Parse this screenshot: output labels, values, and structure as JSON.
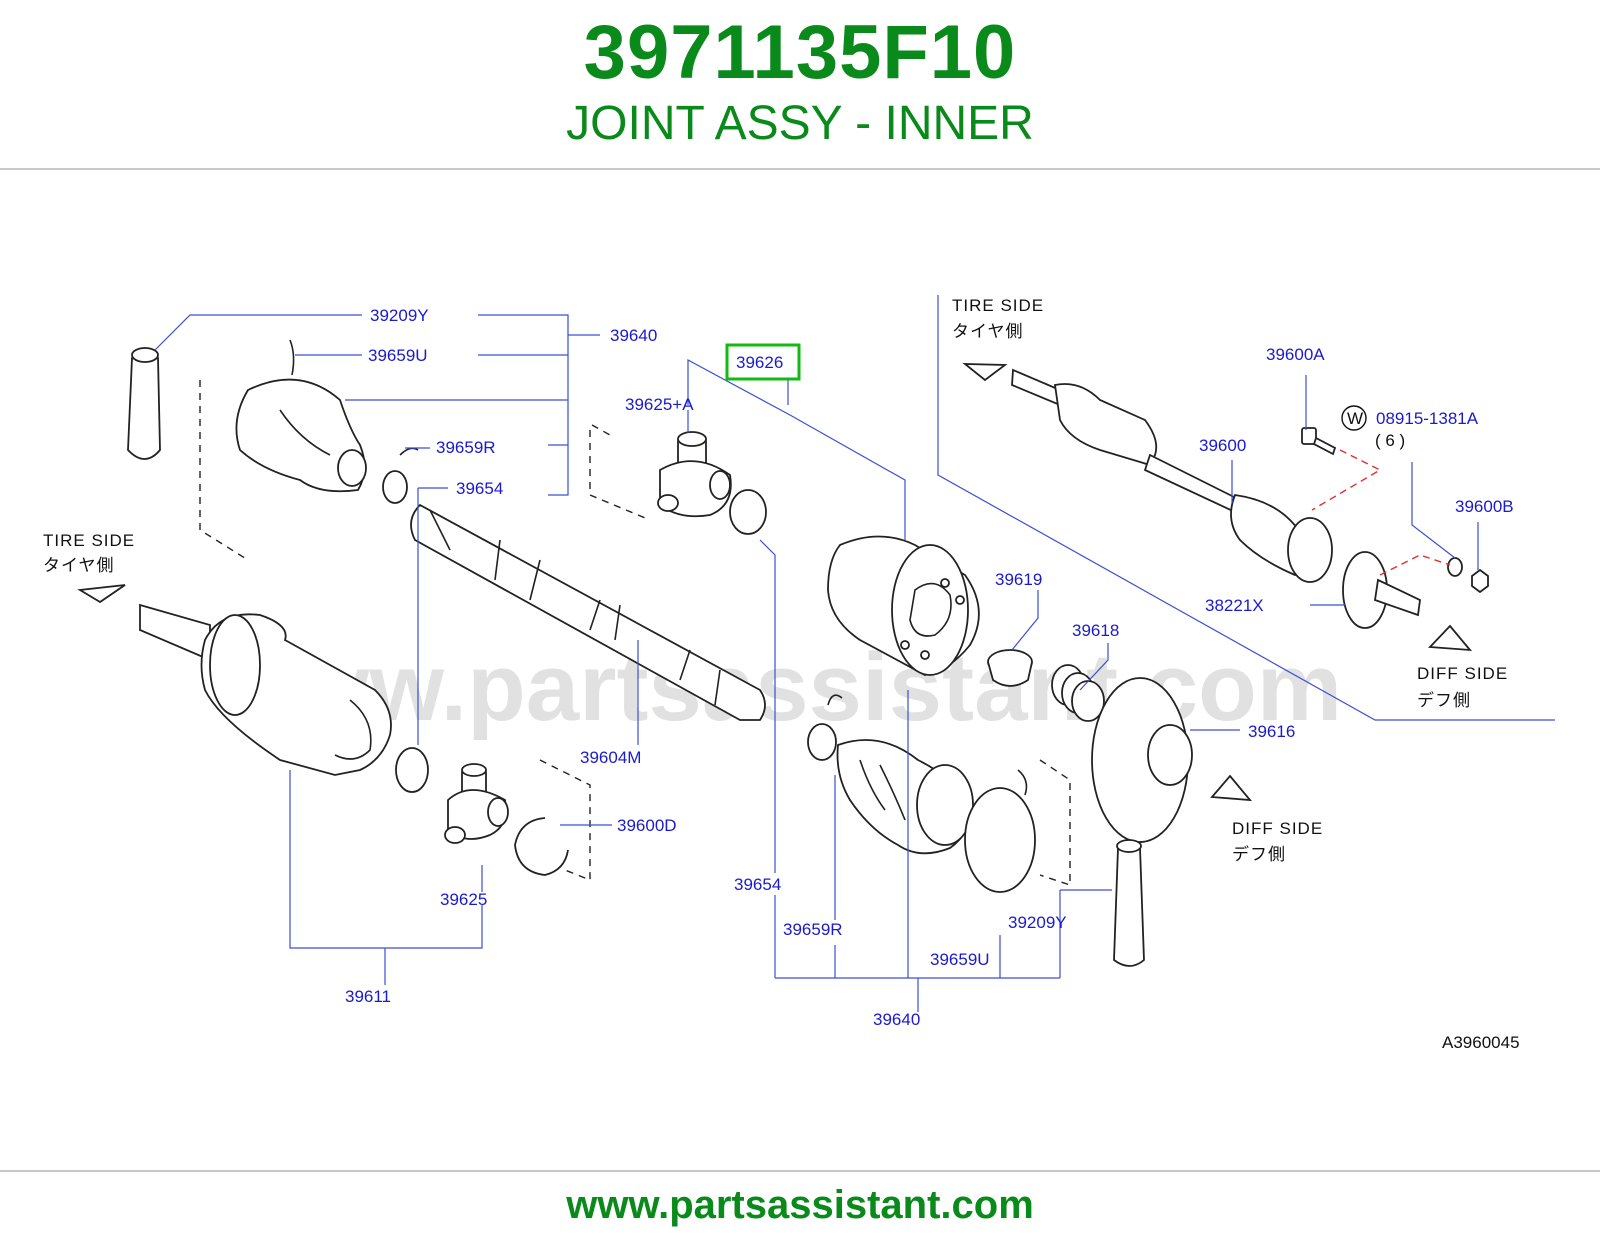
{
  "header": {
    "part_number": "3971135F10",
    "part_name": "JOINT ASSY - INNER"
  },
  "footer": {
    "url": "www.partsassistant.com"
  },
  "diagram": {
    "watermark": "www.partsassistant.com",
    "figure_code": "A3960045",
    "highlighted_callout": "39626",
    "side_labels": {
      "tire_en": "TIRE  SIDE",
      "tire_jp": "タイヤ側",
      "diff_en": "DIFF  SIDE",
      "diff_jp": "デフ側"
    },
    "callouts": {
      "c39209Y_top": "39209Y",
      "c39659U_top": "39659U",
      "c39640_top": "39640",
      "c39659R_top": "39659R",
      "c39654_top": "39654",
      "c39626": "39626",
      "c39625A": "39625+A",
      "c39604M": "39604M",
      "c39600D": "39600D",
      "c39625": "39625",
      "c39611": "39611",
      "c39619": "39619",
      "c39618": "39618",
      "c39616": "39616",
      "c39654_bot": "39654",
      "c39659R_bot": "39659R",
      "c39209Y_bot": "39209Y",
      "c39659U_bot": "39659U",
      "c39640_bot": "39640",
      "c39600A": "39600A",
      "c08915": "08915-1381A",
      "c08915_qty": "( 6 )",
      "c08915_marker": "W",
      "c39600": "39600",
      "c39600B": "39600B",
      "c38221X": "38221X"
    },
    "colors": {
      "title_green": "#0a8a1a",
      "callout_blue": "#1a1ad0",
      "highlight_green": "#11bb11"
    }
  }
}
